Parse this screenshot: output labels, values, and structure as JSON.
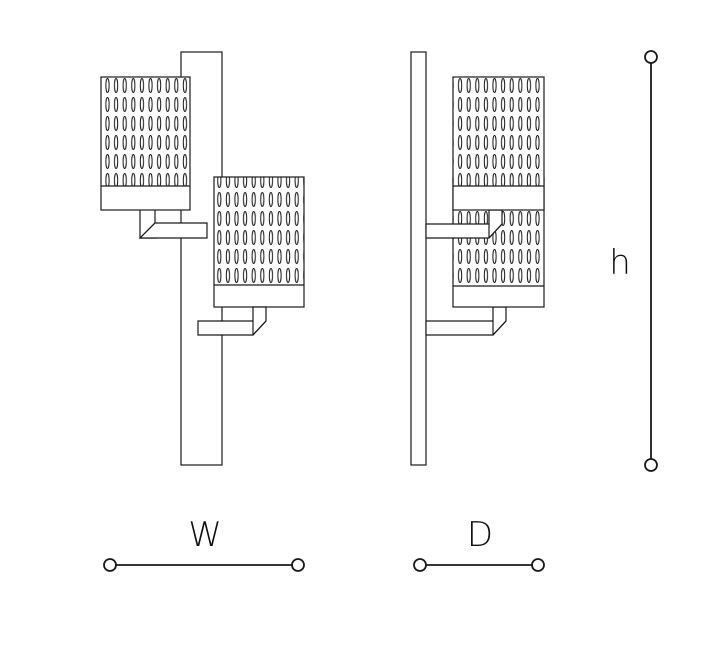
{
  "dimensions": {
    "width_label": "W",
    "depth_label": "D",
    "height_label": "h"
  },
  "colors": {
    "line": "#1a1a1a",
    "background": "#ffffff"
  },
  "views": {
    "front": "front-view",
    "side": "side-view"
  }
}
